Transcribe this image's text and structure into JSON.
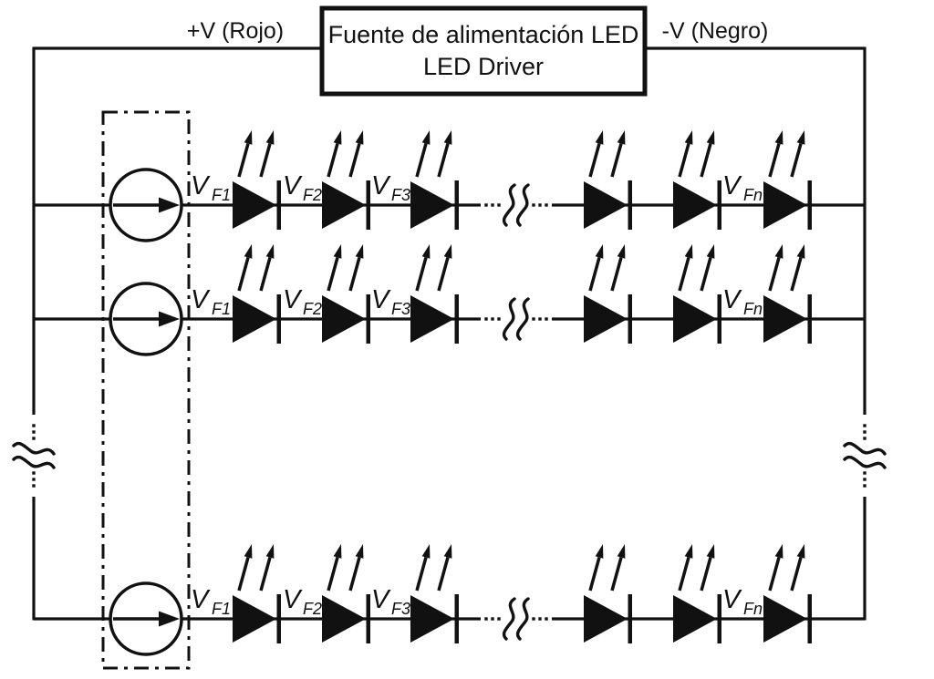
{
  "diagram": {
    "title": {
      "line1": "Fuente de alimentación LED",
      "line2": "LED Driver"
    },
    "labels": {
      "positive": "+V (Rojo)",
      "negative": "-V (Negro)",
      "v": "V",
      "f1": "F1",
      "f2": "F2",
      "f3": "F3",
      "fn": "Fn"
    },
    "icons": {
      "current_source": "current-source-icon",
      "led": "led-icon",
      "wire_break": "wire-break-icon"
    },
    "colors": {
      "ink": "#111111",
      "background": "#ffffff"
    }
  }
}
